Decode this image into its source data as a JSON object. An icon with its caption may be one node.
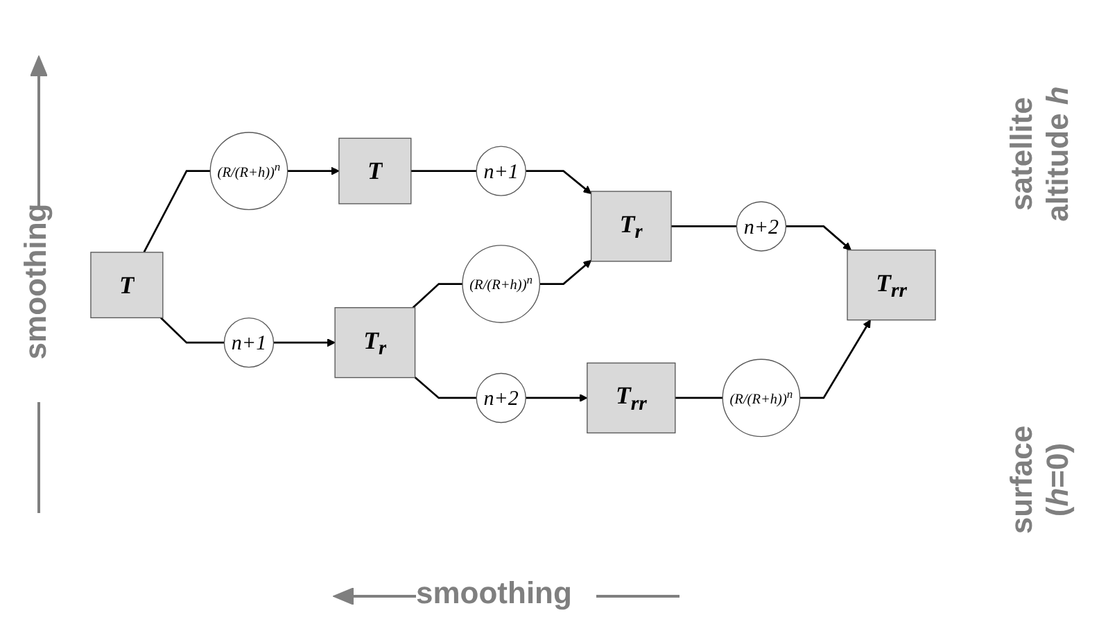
{
  "diagram": {
    "nodes": [
      {
        "text": [
          "T"
        ]
      },
      {
        "text": [
          "n+1"
        ]
      },
      {
        "text": [
          "T$_{r}$"
        ]
      },
      {
        "text": [
          "n+2"
        ]
      },
      {
        "text": [
          "T$_{rr}$"
        ]
      },
      {
        "text": [
          "(R/(R+h))$^{n}$"
        ]
      },
      {
        "text": [
          "(R/(R+h))$^{n}$"
        ]
      },
      {
        "text": [
          "(R/(R+h))$^{n}$"
        ]
      },
      {
        "text": [
          "T"
        ]
      },
      {
        "text": [
          "n+1"
        ]
      },
      {
        "text": [
          "T$_{r}$"
        ]
      },
      {
        "text": [
          "n+2"
        ]
      },
      {
        "text": [
          "T$_{rr}$"
        ]
      }
    ],
    "edges": [
      {
        "from": 0,
        "to": 1,
        "arrow": "none"
      },
      {
        "from": 1,
        "to": 2,
        "arrow": "to"
      },
      {
        "from": 2,
        "to": 3,
        "arrow": "none"
      },
      {
        "from": 3,
        "to": 4,
        "arrow": "to"
      },
      {
        "from": 8,
        "to": 5,
        "arrow": "none"
      },
      {
        "from": 5,
        "to": 0,
        "arrow": "to"
      },
      {
        "from": 10,
        "to": 6,
        "arrow": "none"
      },
      {
        "from": 6,
        "to": 2,
        "arrow": "to"
      },
      {
        "from": 12,
        "to": 7,
        "arrow": "none"
      },
      {
        "from": 7,
        "to": 4,
        "arrow": "to"
      },
      {
        "from": 8,
        "to": 9,
        "arrow": "none"
      },
      {
        "from": 9,
        "to": 10,
        "arrow": "to"
      },
      {
        "from": 10,
        "to": 11,
        "arrow": "none"
      },
      {
        "from": 11,
        "to": 12,
        "arrow": "to"
      }
    ],
    "labels": [
      "satellite altitude *h*",
      "smoothing",
      "surface (*h*=0)",
      "smoothing"
    ]
  }
}
